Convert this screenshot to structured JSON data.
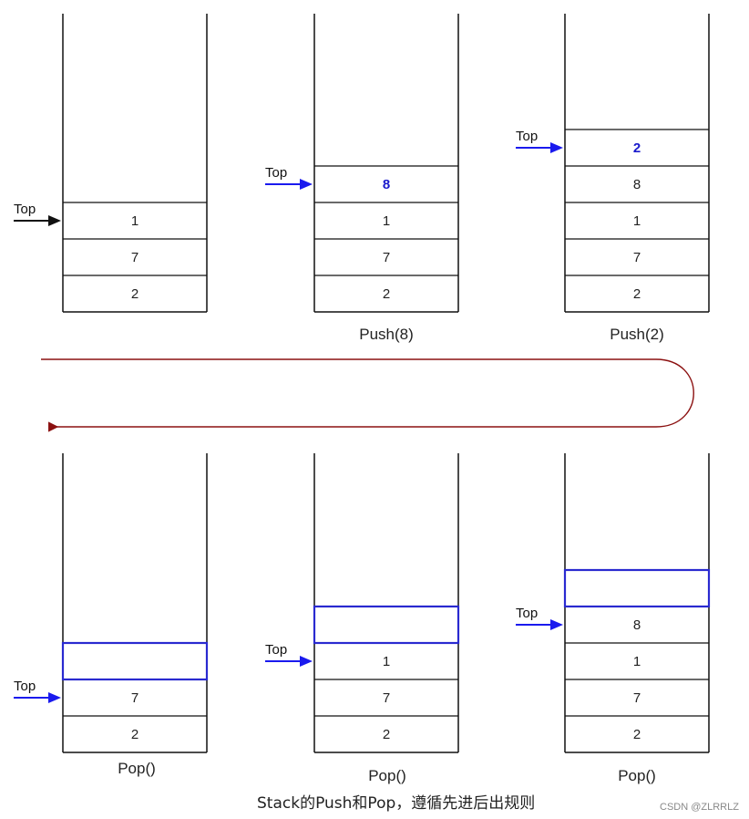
{
  "colors": {
    "line": "#111111",
    "pointer_blue": "#1a1aee",
    "pointer_black": "#111111",
    "highlight": "#2a2ad0",
    "flow": "#8b1010"
  },
  "top_label": "Top",
  "stacks": [
    {
      "id": "s1",
      "caption": "",
      "cells": [
        "1",
        "7",
        "2"
      ],
      "pointer_color": "black",
      "empty_top": false,
      "highlight_index": -1
    },
    {
      "id": "s2",
      "caption": "Push(8)",
      "cells": [
        "8",
        "1",
        "7",
        "2"
      ],
      "pointer_color": "blue",
      "empty_top": false,
      "highlight_index": 0
    },
    {
      "id": "s3",
      "caption": "Push(2)",
      "cells": [
        "2",
        "8",
        "1",
        "7",
        "2"
      ],
      "pointer_color": "blue",
      "empty_top": false,
      "highlight_index": 0
    },
    {
      "id": "s4",
      "caption": "Pop()",
      "cells": [
        "7",
        "2"
      ],
      "pointer_color": "blue",
      "empty_top": true,
      "highlight_index": -1
    },
    {
      "id": "s5",
      "caption": "Pop()",
      "cells": [
        "1",
        "7",
        "2"
      ],
      "pointer_color": "blue",
      "empty_top": true,
      "highlight_index": -1
    },
    {
      "id": "s6",
      "caption": "Pop()",
      "cells": [
        "8",
        "1",
        "7",
        "2"
      ],
      "pointer_color": "blue",
      "empty_top": true,
      "highlight_index": -1
    }
  ],
  "title": "Stack的Push和Pop，遵循先进后出规则",
  "watermark": "CSDN @ZLRRLZ"
}
